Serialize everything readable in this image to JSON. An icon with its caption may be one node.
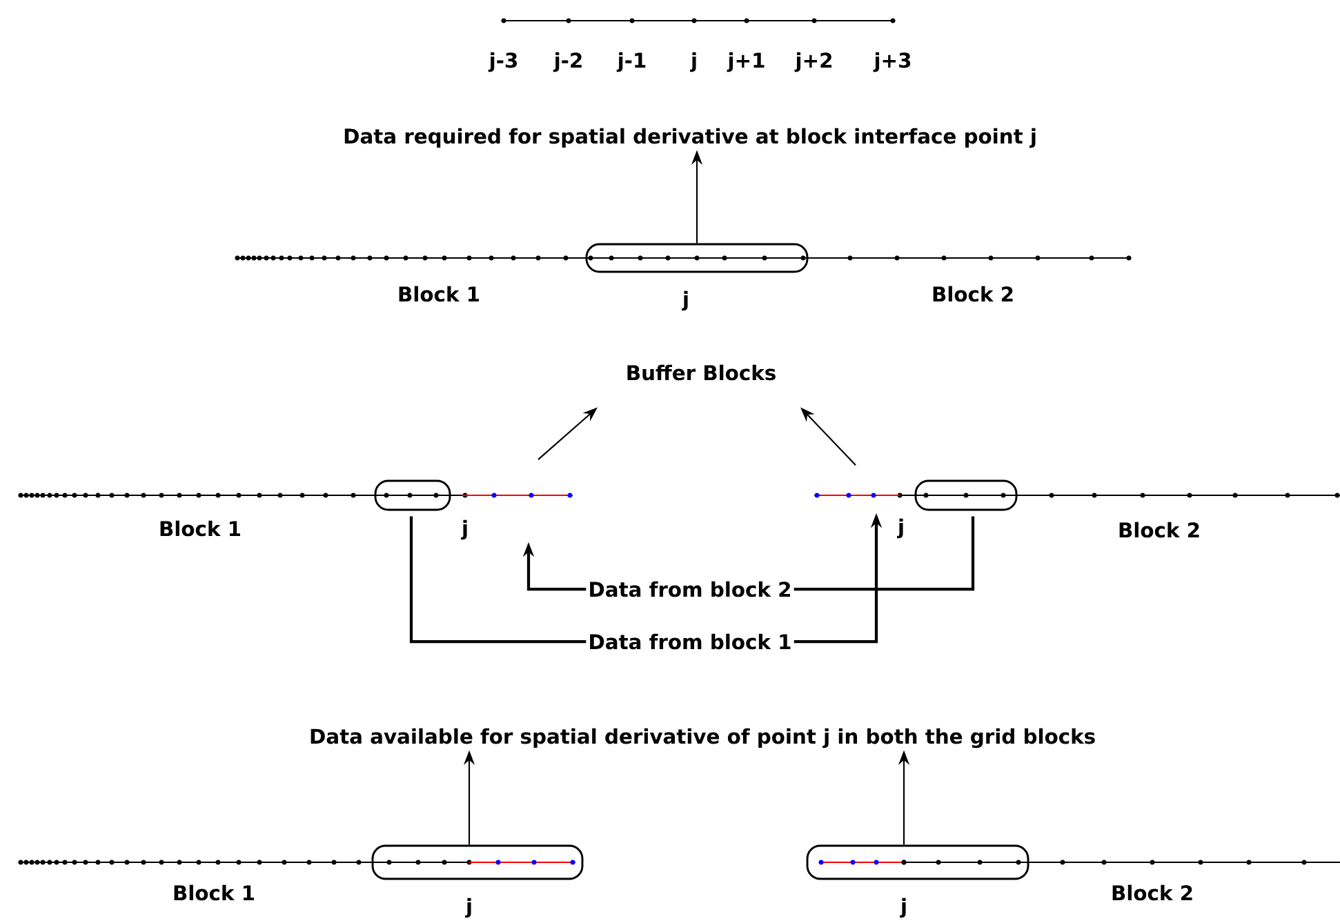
{
  "diagram": {
    "nodes": [
      {
        "text": [
          "Data required for spatial derivative at block interface point j"
        ]
      },
      {
        "text": [],
        "shape": "box"
      },
      {
        "text": [
          "Buffer Blocks"
        ]
      },
      {
        "text": [],
        "shape": "bar"
      },
      {
        "text": [],
        "shape": "bar"
      },
      {
        "text": [],
        "shape": "box"
      },
      {
        "text": [],
        "shape": "box"
      },
      {
        "text": [
          "Data from block 2"
        ]
      },
      {
        "text": [
          "Data from block 1"
        ]
      },
      {
        "text": [
          "Data available for spatial derivative of point  j in both the grid blocks"
        ]
      },
      {
        "text": [],
        "shape": "box"
      },
      {
        "text": [],
        "shape": "box"
      }
    ],
    "edges": [
      {
        "from": 1,
        "to": 0,
        "arrow": "to"
      },
      {
        "from": 3,
        "to": 2,
        "arrow": "to"
      },
      {
        "from": 4,
        "to": 2,
        "arrow": "to"
      },
      {
        "from": 7,
        "to": 3,
        "arrow": "to"
      },
      {
        "from": 7,
        "to": 6,
        "arrow": "none"
      },
      {
        "from": 8,
        "to": 5,
        "arrow": "none"
      },
      {
        "from": 8,
        "to": 4,
        "arrow": "to"
      },
      {
        "from": 10,
        "to": 9,
        "arrow": "to"
      },
      {
        "from": 11,
        "to": 9,
        "arrow": "to"
      }
    ],
    "labels": [
      "j-3",
      "j-2",
      "j-1",
      "j",
      "j+1",
      "j+2",
      "j+3",
      "Block 1",
      "j",
      "Block 2",
      "Block 1",
      "j",
      "j",
      "Block 2",
      "Block 1",
      "j",
      "j",
      "Block 2"
    ]
  }
}
